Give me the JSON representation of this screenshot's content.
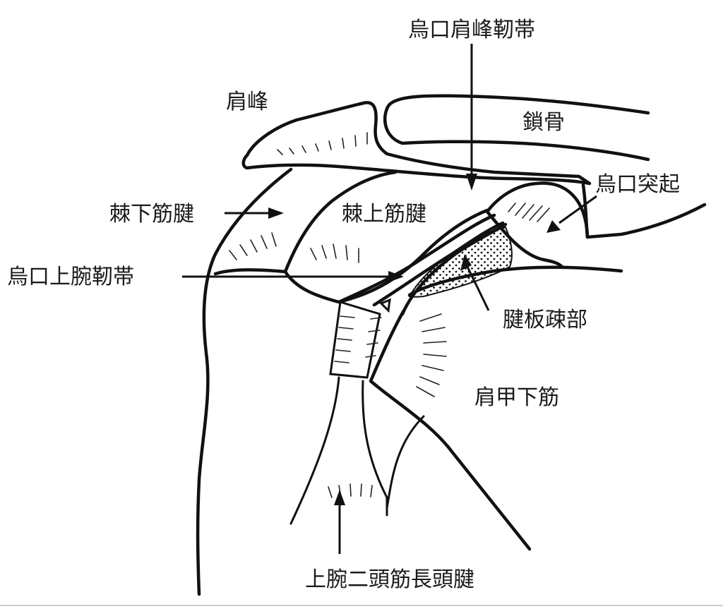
{
  "labels": {
    "coracoacromial_ligament": "烏口肩峰靭帯",
    "acromion": "肩峰",
    "clavicle": "鎖骨",
    "coracoid_process": "烏口突起",
    "infraspinatus_tendon": "棘下筋腱",
    "supraspinatus_tendon": "棘上筋腱",
    "coracohumeral_ligament": "烏口上腕靭帯",
    "rotator_interval": "腱板疎部",
    "subscapularis": "肩甲下筋",
    "long_head_biceps_tendon": "上腕二頭筋長頭腱"
  }
}
